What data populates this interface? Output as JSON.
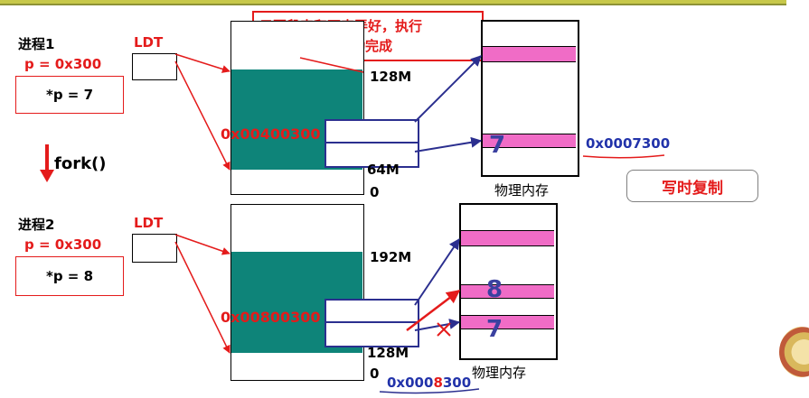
{
  "top_note": {
    "line1": "只要段表和页表弄好，执行",
    "line2": "指令时MMU自动完成"
  },
  "process1": {
    "title": "进程1",
    "pointer": "p = 0x300",
    "assign": "*p = 7",
    "ldt": "LDT",
    "linear_addr": "0x00400300",
    "mark_high": "128M",
    "mark_low": "64M",
    "mark_zero": "0",
    "phys_value": "7",
    "phys_label": "物理内存",
    "phys_addr": "0x0007300"
  },
  "fork_label": "fork()",
  "cow_button": "写时复制",
  "process2": {
    "title": "进程2",
    "pointer": "p = 0x300",
    "assign": "*p = 8",
    "ldt": "LDT",
    "linear_addr": "0x00800300",
    "mark_high": "192M",
    "mark_low": "128M",
    "mark_zero": "0",
    "phys_value_new": "8",
    "phys_value_old": "7",
    "phys_label": "物理内存",
    "phys_addr_prefix": "0x000",
    "phys_addr_highlight": "8",
    "phys_addr_suffix": "300"
  },
  "colors": {
    "red": "#e41b1b",
    "teal": "#0e8479",
    "pink": "#f06cc6",
    "navy": "#2b2f8f",
    "olive": "#b5b82c"
  }
}
